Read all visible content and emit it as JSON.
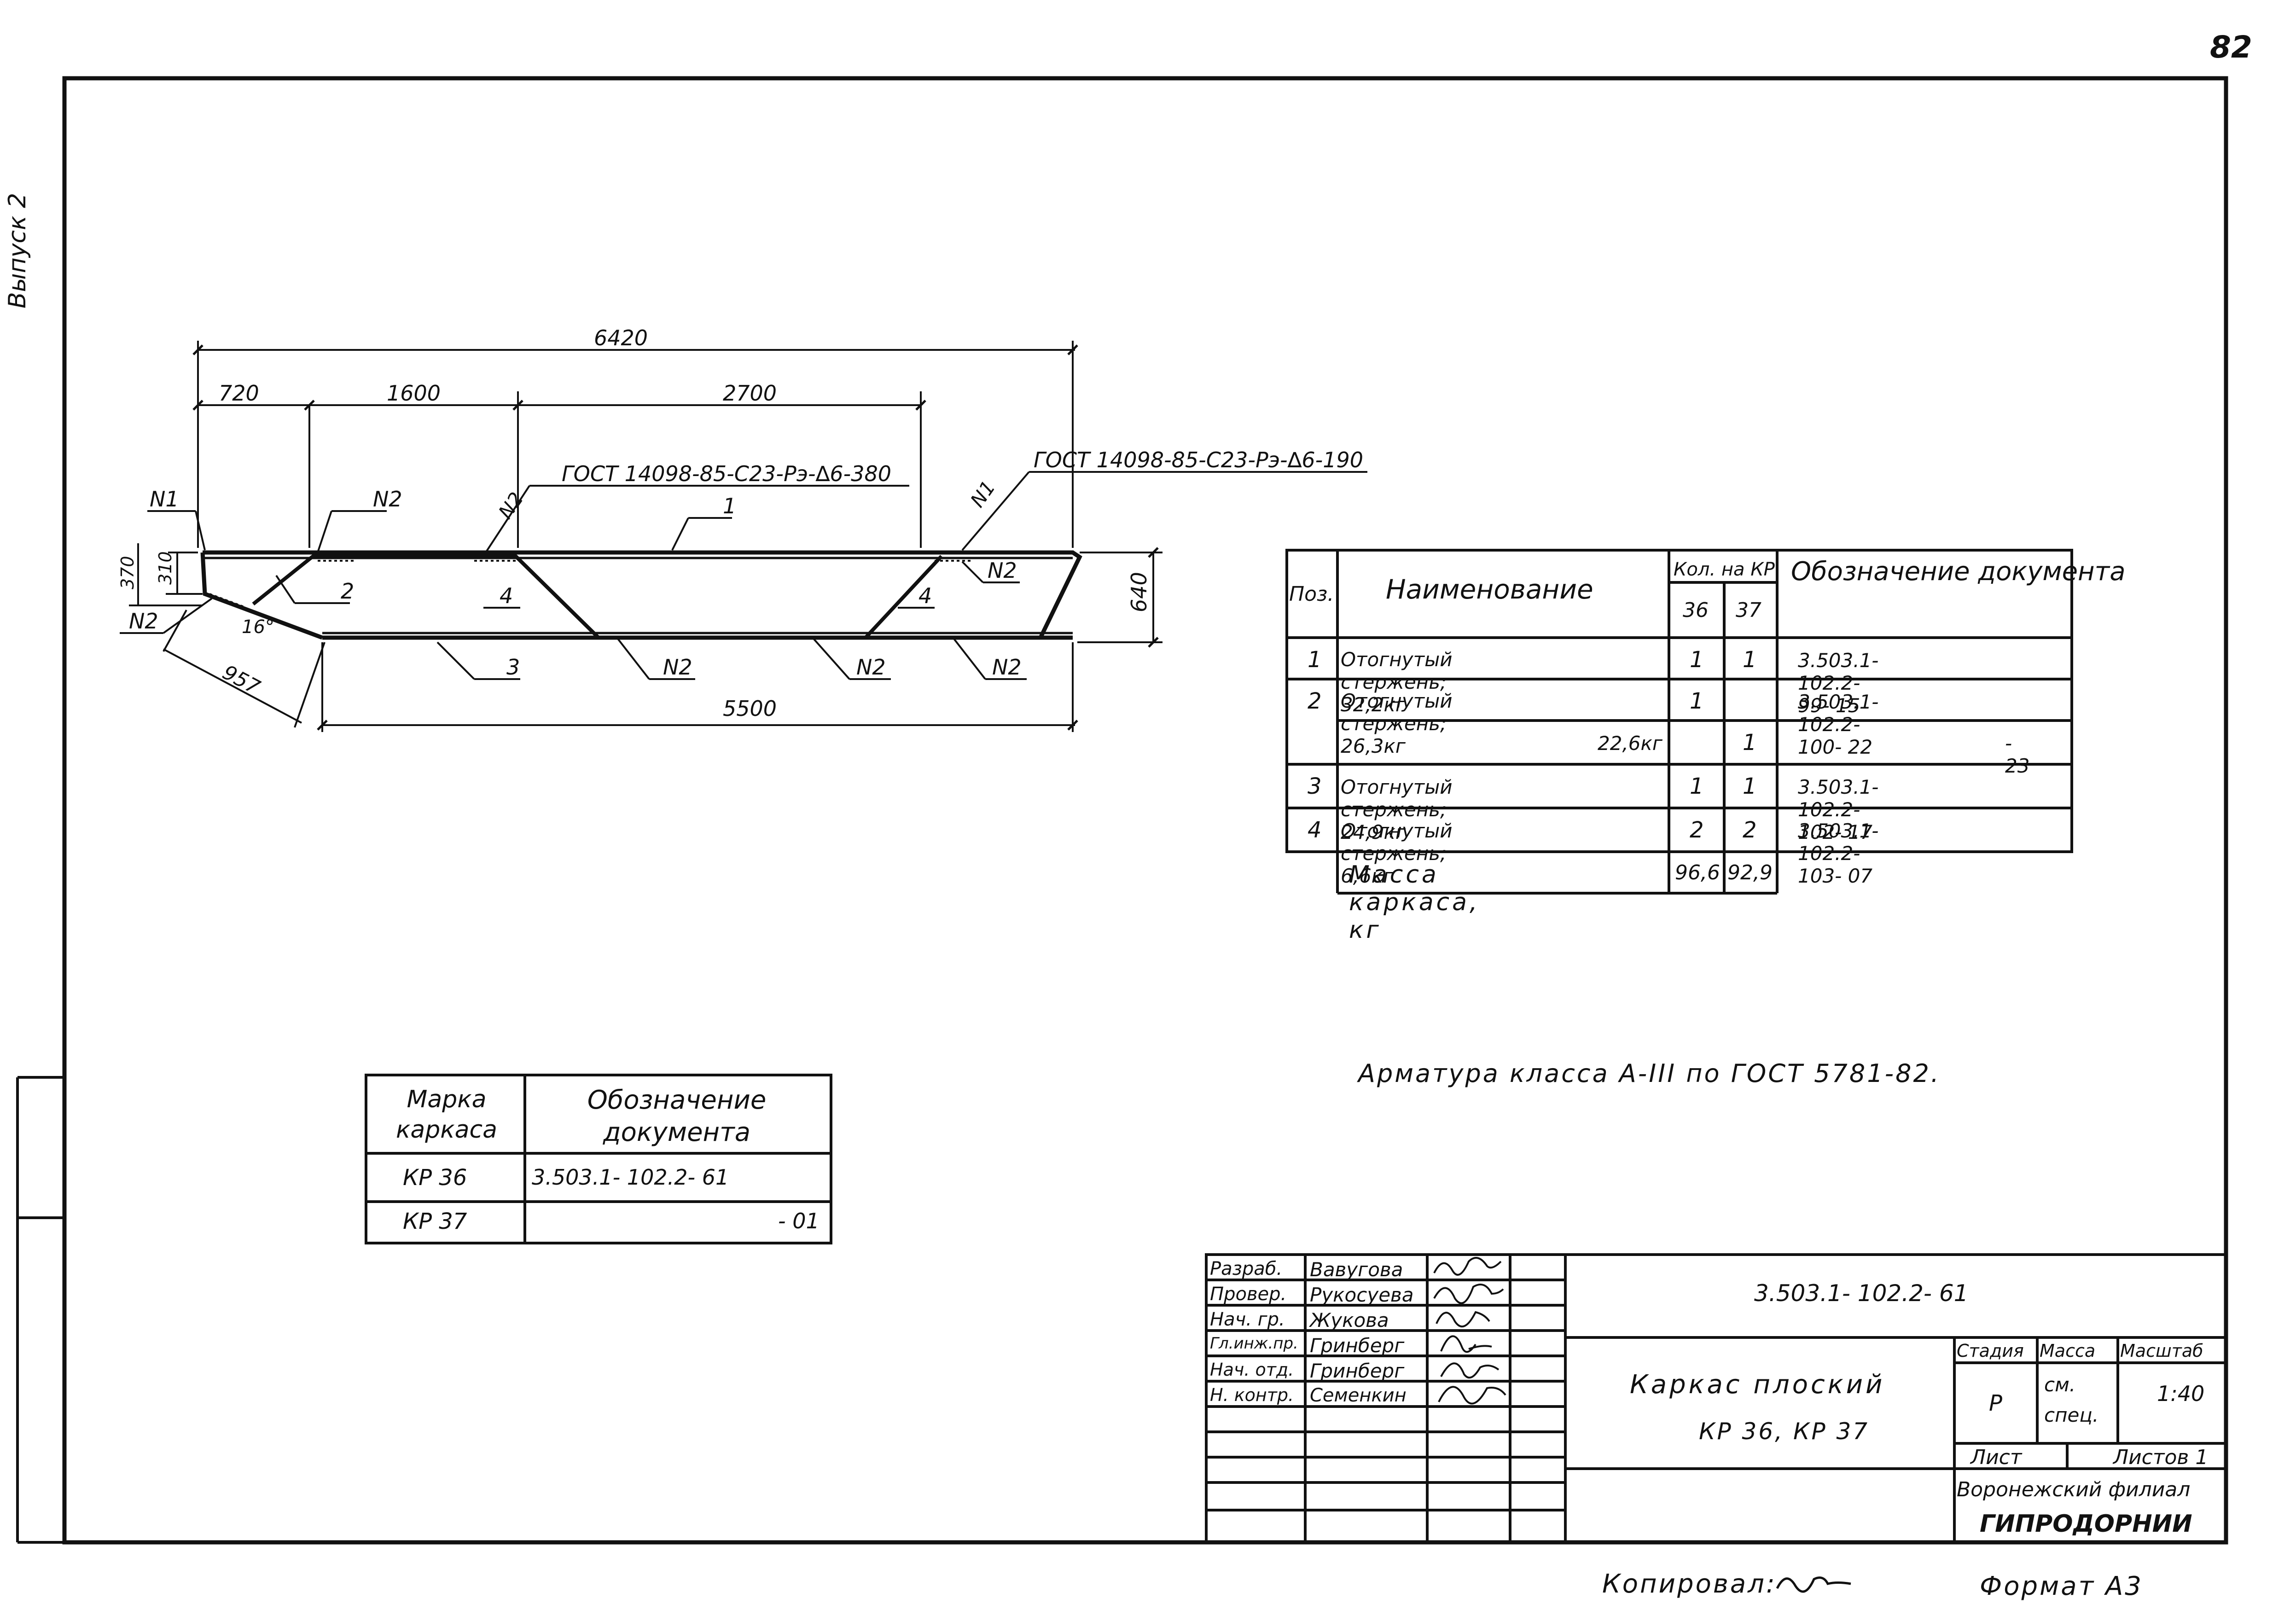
{
  "sheet": {
    "page_number": "82",
    "margin_note": "Выпуск 2"
  },
  "drawing": {
    "dims": {
      "total": "6420",
      "d1": "720",
      "d2": "1600",
      "d3": "2700",
      "bottom": "5500",
      "h1": "370",
      "h2": "310",
      "height": "640",
      "diag": "957",
      "angle": "16°"
    },
    "callouts": {
      "n1": "N1",
      "n2": "N2",
      "p1": "1",
      "p2": "2",
      "p3": "3",
      "p4": "4",
      "gost1": "ГОСТ 14098-85-С23-Рэ-∆6-380",
      "gost2": "ГОСТ 14098-85-С23-Рэ-∆6-190"
    }
  },
  "spec_table": {
    "headers": {
      "pos": "Поз.",
      "name": "Наименование",
      "qty": "Кол. на КР",
      "q36": "36",
      "q37": "37",
      "doc": "Обозначение документа"
    },
    "rows": [
      {
        "pos": "1",
        "name": "Отогнутый стержень; 32,2кг",
        "q36": "1",
        "q37": "1",
        "doc": "3.503.1- 102.2- 99- 15"
      },
      {
        "pos": "2",
        "name": "Отогнутый стержень; 26,3кг",
        "q36": "1",
        "q37": "",
        "doc": "3.503.1- 102.2- 100- 22"
      },
      {
        "pos": "",
        "name": "22,6кг",
        "q36": "",
        "q37": "1",
        "doc": "- 23"
      },
      {
        "pos": "3",
        "name": "Отогнутый стержень; 24,9кг",
        "q36": "1",
        "q37": "1",
        "doc": "3.503.1- 102.2- 102- 17"
      },
      {
        "pos": "4",
        "name": "Отогнутый стержень; 6,6кг",
        "q36": "2",
        "q37": "2",
        "doc": "3.503.1- 102.2- 103- 07"
      }
    ],
    "mass_label": "Масса каркаса, кг",
    "mass36": "96,6",
    "mass37": "92,9"
  },
  "note": "Арматура класса А-III по ГОСТ 5781-82.",
  "mark_table": {
    "h1": "Марка каркаса",
    "h2": "Обозначение документа",
    "rows": [
      {
        "mark": "КР 36",
        "doc": "3.503.1- 102.2- 61"
      },
      {
        "mark": "КР 37",
        "doc": "- 01"
      }
    ]
  },
  "title_block": {
    "roles": [
      "Разраб.",
      "Провер.",
      "Нач. гр.",
      "Гл.инж.пр.",
      "Нач. отд.",
      "Н. контр."
    ],
    "names": [
      "Вавугова",
      "Рукосуева",
      "Жукова",
      "Гринберг",
      "Гринберг",
      "Семенкин"
    ],
    "code": "3.503.1- 102.2- 61",
    "title1": "Каркас плоский",
    "title2": "КР 36, КР 37",
    "stage_h": "Стадия",
    "mass_h": "Масса",
    "scale_h": "Масштаб",
    "stage": "Р",
    "mass": "см. спец.",
    "scale": "1:40",
    "sheet": "Лист",
    "sheets": "Листов 1",
    "org1": "Воронежский филиал",
    "org2": "ГИПРОДОРНИИ"
  },
  "footer": {
    "copied": "Копировал:",
    "format": "Формат А3"
  }
}
